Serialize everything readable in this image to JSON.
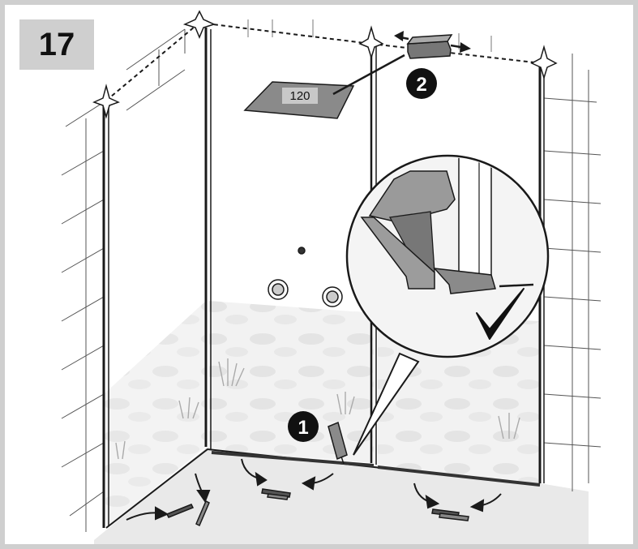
{
  "step": {
    "number": "17"
  },
  "callouts": [
    {
      "id": "1",
      "label": "1"
    },
    {
      "id": "2",
      "label": "2"
    }
  ],
  "tool": {
    "label": "120"
  },
  "icons": [
    "level-tool-icon",
    "sandpaper-icon",
    "sealant-cartridge-icon",
    "checkmark-icon",
    "arrow-icon",
    "magnifier-circle"
  ],
  "colors": {
    "line": "#1a1a1a",
    "panel_gray": "#8a8a8a",
    "light_gray": "#e6e6e6",
    "badge_gray": "#cfcfcf"
  }
}
